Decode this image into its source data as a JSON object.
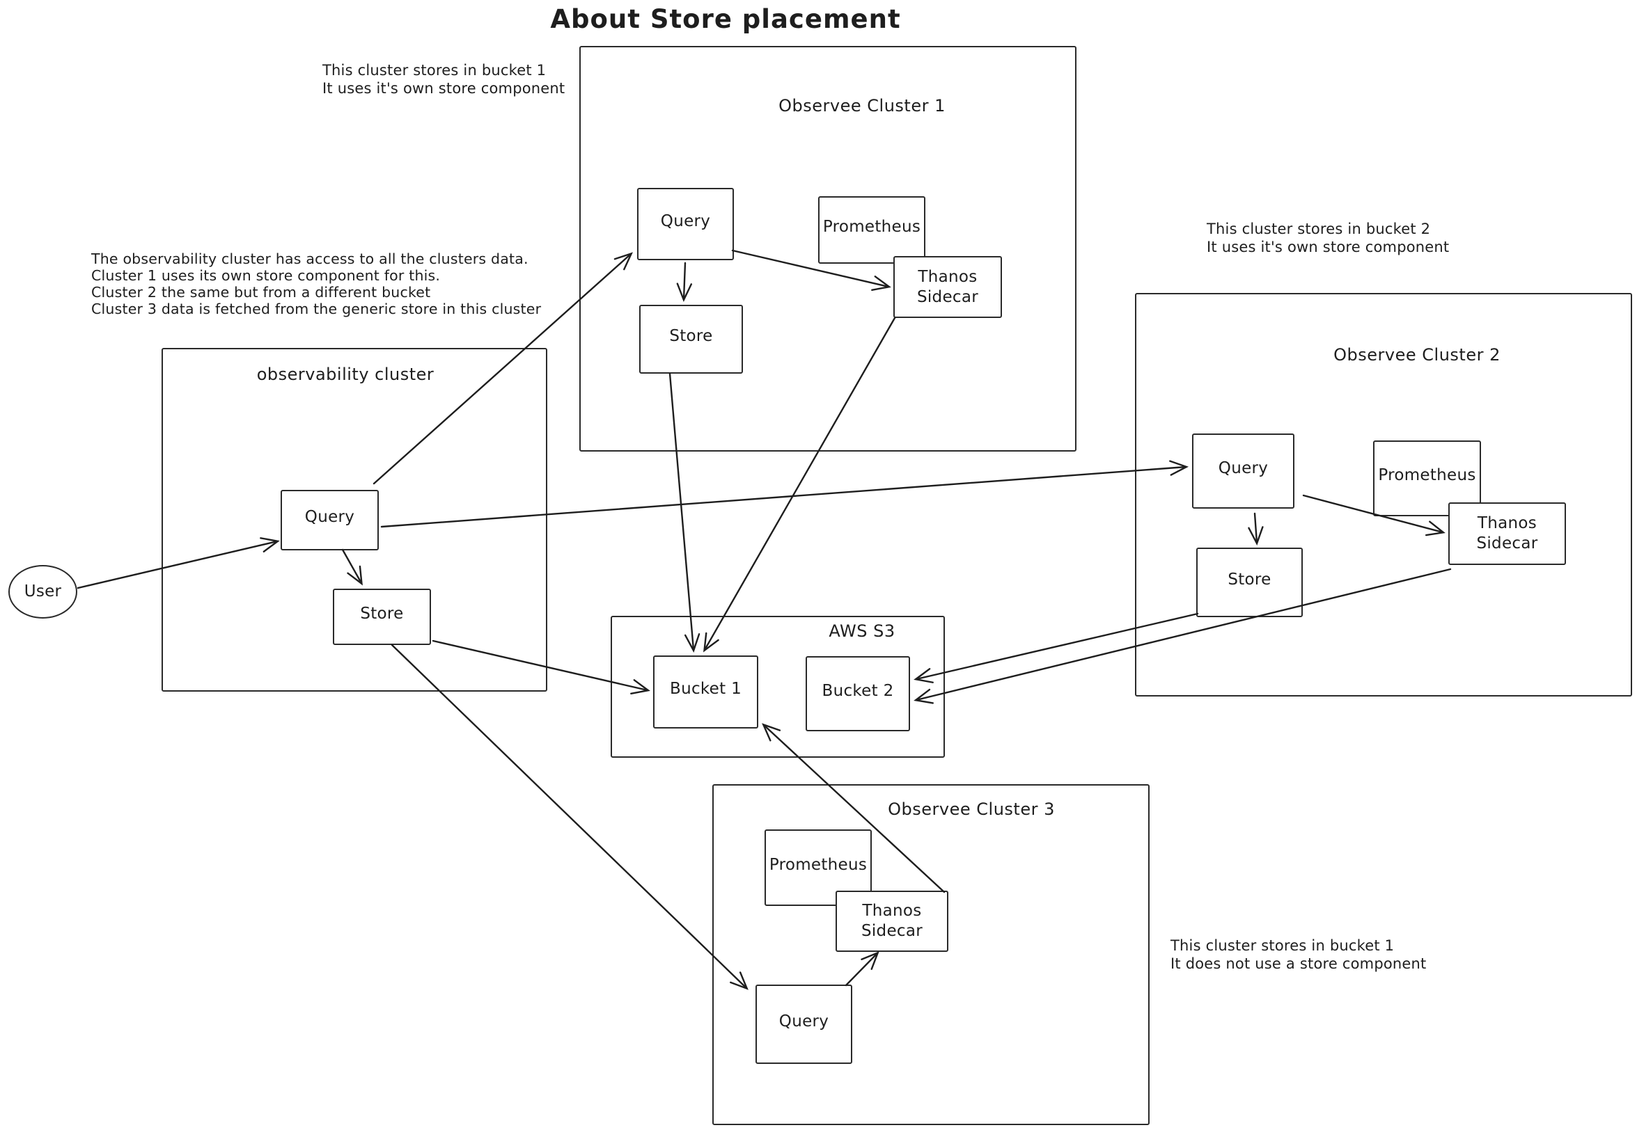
{
  "title": "About Store placement",
  "colors": {
    "stroke": "#1e1e1e",
    "background": "#ffffff"
  },
  "annotations": {
    "cluster1_note": {
      "lines": [
        "This cluster stores in bucket 1",
        "It uses it's own store component"
      ]
    },
    "observability_note": {
      "lines": [
        "The observability cluster has access to all the clusters data.",
        "Cluster 1 uses its own store component for this.",
        "Cluster 2 the same but from a different bucket",
        "Cluster 3 data is fetched from the generic store in this cluster"
      ]
    },
    "cluster2_note": {
      "lines": [
        "This cluster stores in bucket 2",
        "It uses it's own store component"
      ]
    },
    "cluster3_note": {
      "lines": [
        "This cluster stores in bucket 1",
        "It does not use a store component"
      ]
    }
  },
  "containers": {
    "observability": "observability cluster",
    "cluster1": "Observee Cluster 1",
    "cluster2": "Observee Cluster 2",
    "cluster3": "Observee Cluster 3",
    "s3": "AWS S3"
  },
  "nodes": {
    "user": "User",
    "obs-query": "Query",
    "obs-store": "Store",
    "c1-query": "Query",
    "c1-prometheus": "Prometheus",
    "c1-thanos": "Thanos\nSidecar",
    "c1-store": "Store",
    "c2-query": "Query",
    "c2-prometheus": "Prometheus",
    "c2-thanos": "Thanos\nSidecar",
    "c2-store": "Store",
    "c3-prometheus": "Prometheus",
    "c3-thanos": "Thanos\nSidecar",
    "c3-query": "Query",
    "bucket1": "Bucket 1",
    "bucket2": "Bucket 2"
  },
  "edges": [
    {
      "from": "user",
      "to": "obs-query"
    },
    {
      "from": "obs-query",
      "to": "c1-query"
    },
    {
      "from": "obs-query",
      "to": "c2-query"
    },
    {
      "from": "obs-query",
      "to": "obs-store"
    },
    {
      "from": "obs-store",
      "to": "bucket1"
    },
    {
      "from": "obs-store",
      "to": "c3-query"
    },
    {
      "from": "c1-query",
      "to": "c1-store"
    },
    {
      "from": "c1-query",
      "to": "c1-thanos"
    },
    {
      "from": "c1-store",
      "to": "bucket1"
    },
    {
      "from": "c1-thanos",
      "to": "bucket1"
    },
    {
      "from": "c2-query",
      "to": "c2-store"
    },
    {
      "from": "c2-query",
      "to": "c2-thanos"
    },
    {
      "from": "c2-store",
      "to": "bucket2"
    },
    {
      "from": "c2-thanos",
      "to": "bucket2"
    },
    {
      "from": "c3-query",
      "to": "c3-thanos"
    },
    {
      "from": "c3-thanos",
      "to": "bucket1"
    }
  ]
}
